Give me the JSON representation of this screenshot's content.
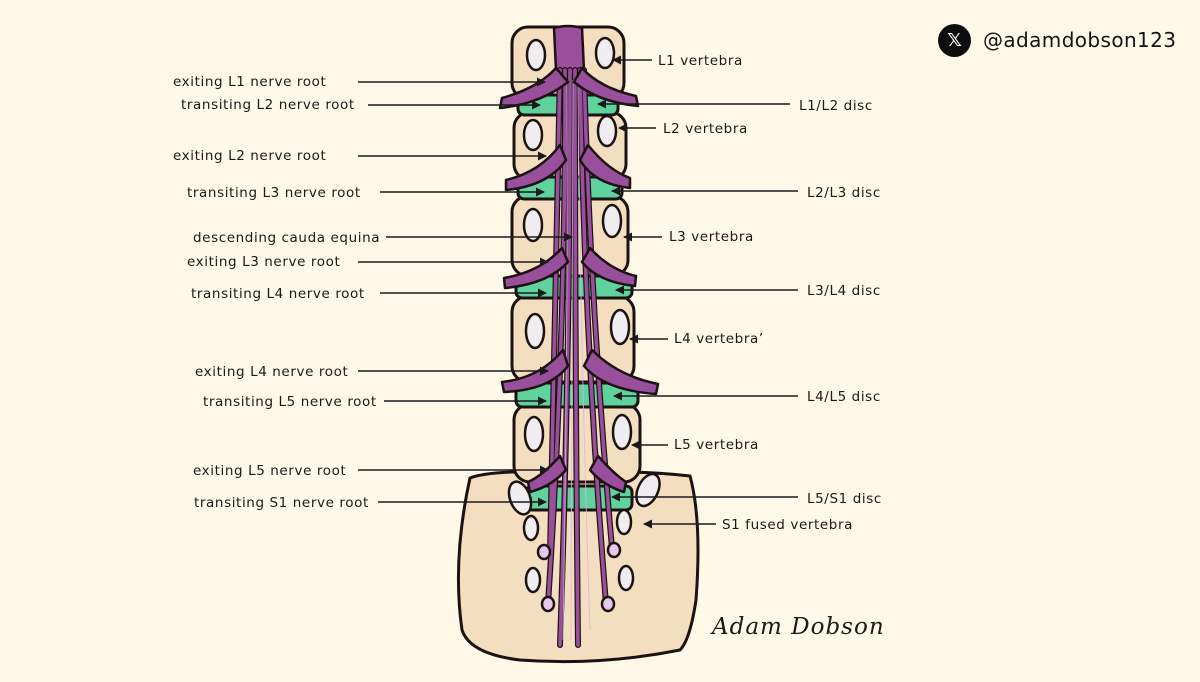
{
  "author": {
    "handle": "@adamdobson123",
    "social_icon": "x-logo-icon",
    "signature": "Adam Dobson"
  },
  "colors": {
    "background": "#fdf8e8",
    "bone": "#f3dfc0",
    "outline": "#1c1212",
    "disc": "#5fd29d",
    "nerve": "#9a4f9c",
    "foramen": "#efedf0"
  },
  "labels_left": [
    "exiting L1 nerve root",
    "transiting L2 nerve root",
    "exiting L2 nerve root",
    "transiting L3 nerve root",
    "descending cauda equina",
    "exiting L3 nerve root",
    "transiting L4 nerve root",
    "exiting L4 nerve root",
    "transiting L5 nerve root",
    "exiting L5 nerve root",
    "transiting S1 nerve root"
  ],
  "labels_right": [
    "L1 vertebra",
    "L1/L2 disc",
    "L2 vertebra",
    "L2/L3 disc",
    "L3 vertebra",
    "L3/L4 disc",
    "L4 vertebra’",
    "L4/L5 disc",
    "L5 vertebra",
    "L5/S1 disc",
    "S1 fused vertebra"
  ]
}
